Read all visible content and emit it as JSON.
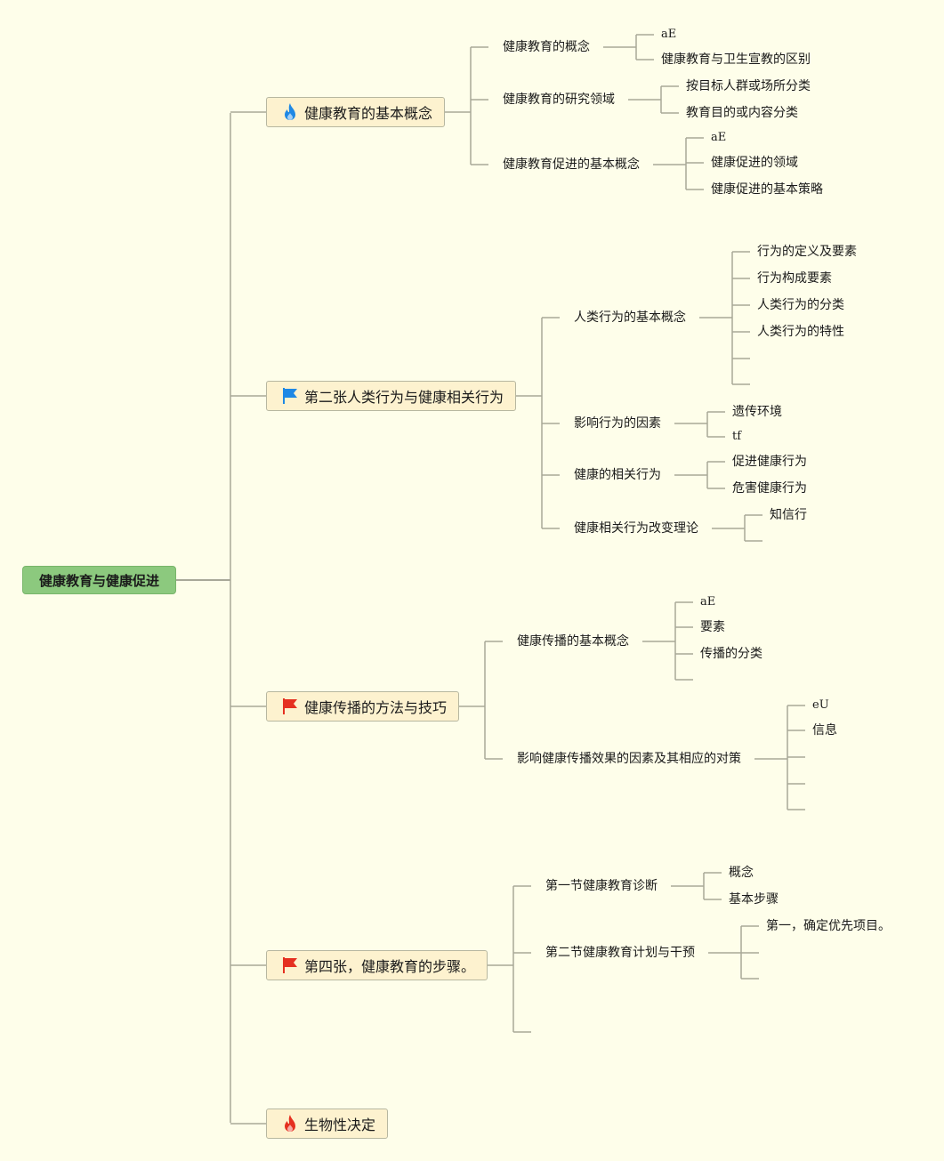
{
  "root": {
    "label": "健康教育与健康促进"
  },
  "topics": [
    {
      "label": "健康教育的基本概念",
      "icon": "fire-icon-blue",
      "children": [
        {
          "label": "健康教育的概念",
          "children": [
            "aE",
            "健康教育与卫生宣教的区别"
          ]
        },
        {
          "label": "健康教育的研究领域",
          "children": [
            "按目标人群或场所分类",
            "教育目的或内容分类"
          ]
        },
        {
          "label": "健康教育促进的基本概念",
          "children": [
            "aE",
            "健康促进的领域",
            "健康促进的基本策略"
          ]
        }
      ]
    },
    {
      "label": "第二张人类行为与健康相关行为",
      "icon": "flag-icon-blue",
      "children": [
        {
          "label": "人类行为的基本概念",
          "children": [
            "行为的定义及要素",
            "行为构成要素",
            "人类行为的分类",
            "人类行为的特性",
            "",
            ""
          ]
        },
        {
          "label": "影响行为的因素",
          "children": [
            "遗传环境",
            "tf"
          ]
        },
        {
          "label": "健康的相关行为",
          "children": [
            "促进健康行为",
            "危害健康行为"
          ]
        },
        {
          "label": "健康相关行为改变理论",
          "children": [
            "知信行",
            ""
          ]
        }
      ]
    },
    {
      "label": "健康传播的方法与技巧",
      "icon": "flag-icon-red",
      "children": [
        {
          "label": "健康传播的基本概念",
          "children": [
            "aE",
            "要素",
            "传播的分类",
            ""
          ]
        },
        {
          "label": "影响健康传播效果的因素及其相应的对策",
          "children": [
            "eU",
            "信息",
            "",
            "",
            ""
          ]
        }
      ]
    },
    {
      "label": "第四张，健康教育的步骤。",
      "icon": "flag-icon-red",
      "children": [
        {
          "label": "第一节健康教育诊断",
          "children": [
            "概念",
            "基本步骤"
          ]
        },
        {
          "label": "第二节健康教育计划与干预",
          "children": [
            "第一，确定优先项目。",
            "",
            ""
          ]
        },
        {
          "label": "",
          "children": []
        }
      ]
    },
    {
      "label": "生物性决定",
      "icon": "fire-icon-red",
      "children": []
    }
  ],
  "colors": {
    "background": "#fefeea",
    "line": "#a8a898",
    "root_fill": "#8cc97e",
    "topic_fill": "#fdf2cf",
    "icon_blue": "#1e88e5",
    "icon_red": "#e53020"
  }
}
